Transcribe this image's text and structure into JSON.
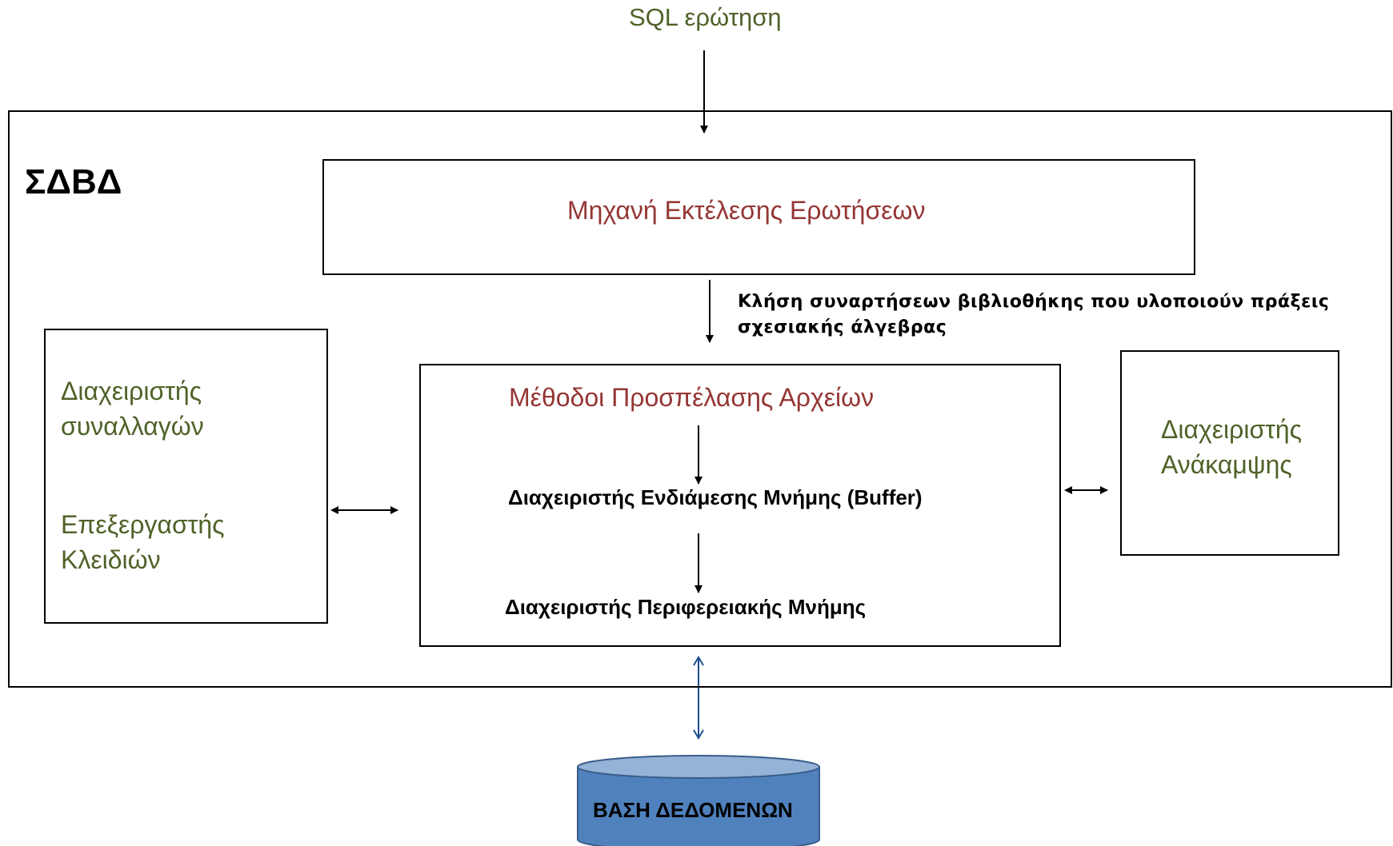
{
  "input": {
    "label": "SQL ερώτηση"
  },
  "dbms": {
    "title": "ΣΔΒΔ"
  },
  "query_engine": {
    "label": "Μηχανή Εκτέλεσης Ερωτήσεων"
  },
  "library_call": {
    "line1": "Κλήση συναρτήσεων βιβλιοθήκης που υλοποιούν πράξεις",
    "line2": "σχεσιακής άλγεβρας"
  },
  "left_box": {
    "tx_manager_line1": "Διαχειριστής",
    "tx_manager_line2": "συναλλαγών",
    "lock_manager_line1": "Επεξεργαστής",
    "lock_manager_line2": "Κλειδιών"
  },
  "center_box": {
    "file_access": "Μέθοδοι Προσπέλασης Αρχείων",
    "buffer_manager": "Διαχειριστής  Ενδιάμεσης Μνήμης  (Buffer)",
    "disk_manager": "Διαχειριστής Περιφερειακής Μνήμης"
  },
  "right_box": {
    "line1": "Διαχειριστής",
    "line2": "Ανάκαμψης"
  },
  "database": {
    "label": "ΒΑΣΗ  ΔΕΔΟΜΕΝΩΝ"
  },
  "colors": {
    "green_text": "#4f6228",
    "red_text": "#943634",
    "db_fill": "#4f81bd",
    "db_top": "#95b3d7",
    "db_stroke": "#385d8a",
    "db_arrow": "#1f4e8c"
  }
}
